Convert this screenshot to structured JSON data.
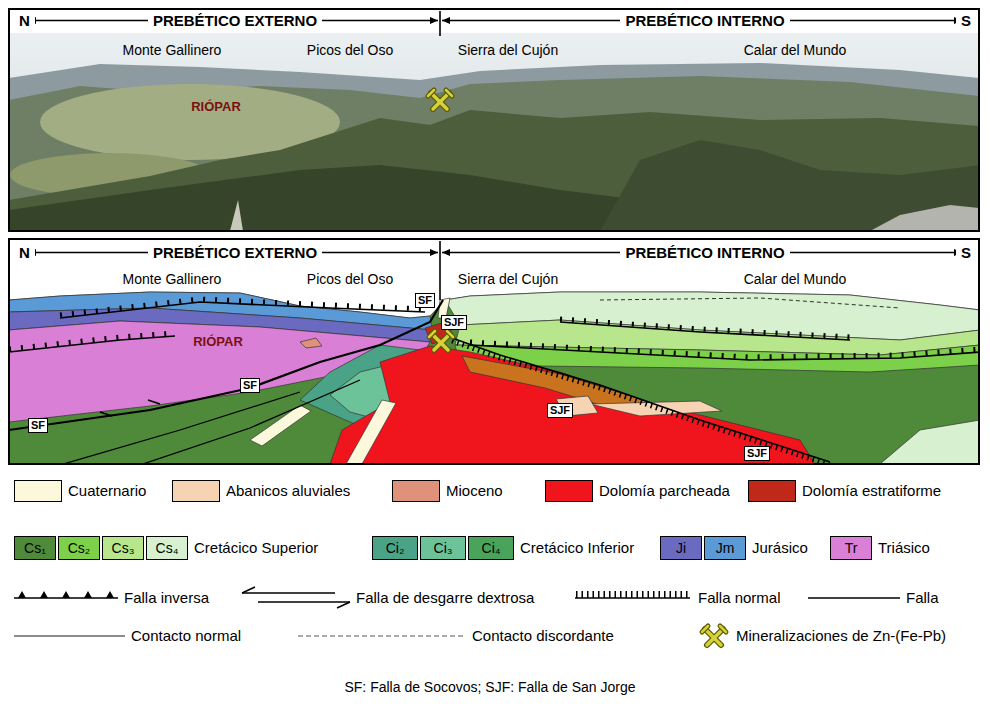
{
  "diagram": {
    "caption": "SF: Falla de Socovos; SJF: Falla de San Jorge",
    "labels": [
      "N",
      "PREBÉTICO EXTERNO",
      "PREBÉTICO INTERNO",
      "S",
      "Monte Gallinero",
      "Picos del Oso",
      "Sierra del Cujón",
      "Calar del Mundo",
      "RIÓPAR",
      "N",
      "PREBÉTICO EXTERNO",
      "PREBÉTICO INTERNO",
      "S",
      "Monte Gallinero",
      "Picos del Oso",
      "Sierra del Cujón",
      "Calar del Mundo",
      "RIÓPAR",
      "SF",
      "SJF",
      "SF",
      "SF",
      "SJF",
      "SJF",
      "Cretácico Superior",
      "Cretácico Inferior",
      "Jurásico",
      "Triásico"
    ],
    "legend": [
      {
        "text": "Cuaternario",
        "color": "#fbf8dc"
      },
      {
        "text": "Abanicos aluviales",
        "color": "#f6d3b3"
      },
      {
        "text": "Mioceno",
        "color": "#e0917a"
      },
      {
        "text": "Dolomía parcheada",
        "color": "#f0151c"
      },
      {
        "text": "Dolomía estratiforme",
        "color": "#c0281a"
      },
      {
        "text": "Cs₁",
        "color": "#4e8a3a"
      },
      {
        "text": "Cs₂",
        "color": "#7dd14a"
      },
      {
        "text": "Cs₃",
        "color": "#b8e68c"
      },
      {
        "text": "Cs₄",
        "color": "#d6f0d0"
      },
      {
        "text": "Ci₂",
        "color": "#4aa386"
      },
      {
        "text": "Ci₃",
        "color": "#6cc39a"
      },
      {
        "text": "Ci₄",
        "color": "#49a35a"
      },
      {
        "text": "Ji",
        "color": "#6a6ac0"
      },
      {
        "text": "Jm",
        "color": "#5a9ad6"
      },
      {
        "text": "Tr",
        "color": "#d97fd6"
      },
      {
        "text": "Falla inversa"
      },
      {
        "text": "Falla de desgarre dextrosa"
      },
      {
        "text": "Falla normal"
      },
      {
        "text": "Falla"
      },
      {
        "text": "Contacto normal"
      },
      {
        "text": "Contacto discordante"
      },
      {
        "text": "Mineralizaciones de Zn-(Fe-Pb)"
      }
    ]
  }
}
